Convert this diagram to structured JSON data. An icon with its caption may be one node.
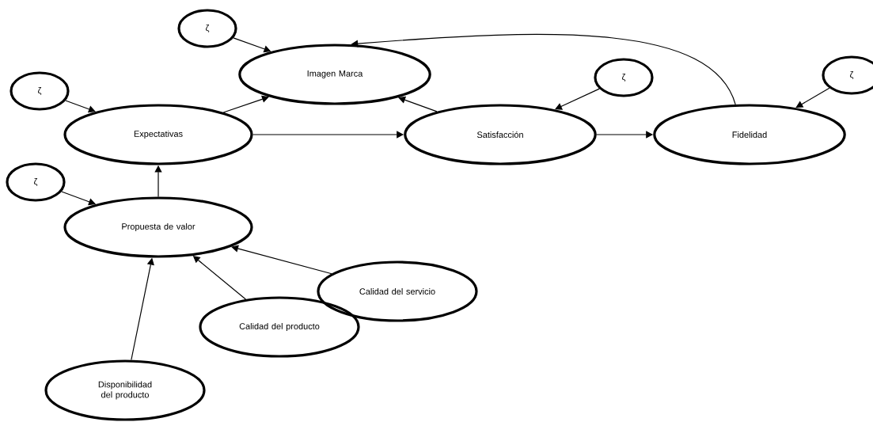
{
  "diagram": {
    "nodes": [
      {
        "text": [
          "ζ"
        ]
      },
      {
        "text": [
          "Imagen Marca"
        ]
      },
      {
        "text": [
          "ζ"
        ]
      },
      {
        "text": [
          "ζ"
        ]
      },
      {
        "text": [
          "ζ"
        ]
      },
      {
        "text": [
          "Expectativas"
        ]
      },
      {
        "text": [
          "Satisfacción"
        ]
      },
      {
        "text": [
          "Fidelidad"
        ]
      },
      {
        "text": [
          "ζ"
        ]
      },
      {
        "text": [
          "Propuesta de valor"
        ]
      },
      {
        "text": [
          "Calidad del servicio"
        ]
      },
      {
        "text": [
          "Calidad del producto"
        ]
      },
      {
        "text": [
          "Disponibilidad del producto"
        ]
      }
    ],
    "edges": [
      {
        "from": 0,
        "to": 1,
        "arrow": "to"
      },
      {
        "from": 2,
        "to": 5,
        "arrow": "to"
      },
      {
        "from": 5,
        "to": 1,
        "arrow": "to"
      },
      {
        "from": 5,
        "to": 6,
        "arrow": "to"
      },
      {
        "from": 6,
        "to": 1,
        "arrow": "to"
      },
      {
        "from": 3,
        "to": 6,
        "arrow": "to"
      },
      {
        "from": 6,
        "to": 7,
        "arrow": "to"
      },
      {
        "from": 4,
        "to": 7,
        "arrow": "to"
      },
      {
        "from": 7,
        "to": 1,
        "arrow": "to"
      },
      {
        "from": 8,
        "to": 9,
        "arrow": "to"
      },
      {
        "from": 9,
        "to": 5,
        "arrow": "to"
      },
      {
        "from": 10,
        "to": 9,
        "arrow": "to"
      },
      {
        "from": 11,
        "to": 9,
        "arrow": "to"
      },
      {
        "from": 12,
        "to": 9,
        "arrow": "to"
      }
    ]
  }
}
